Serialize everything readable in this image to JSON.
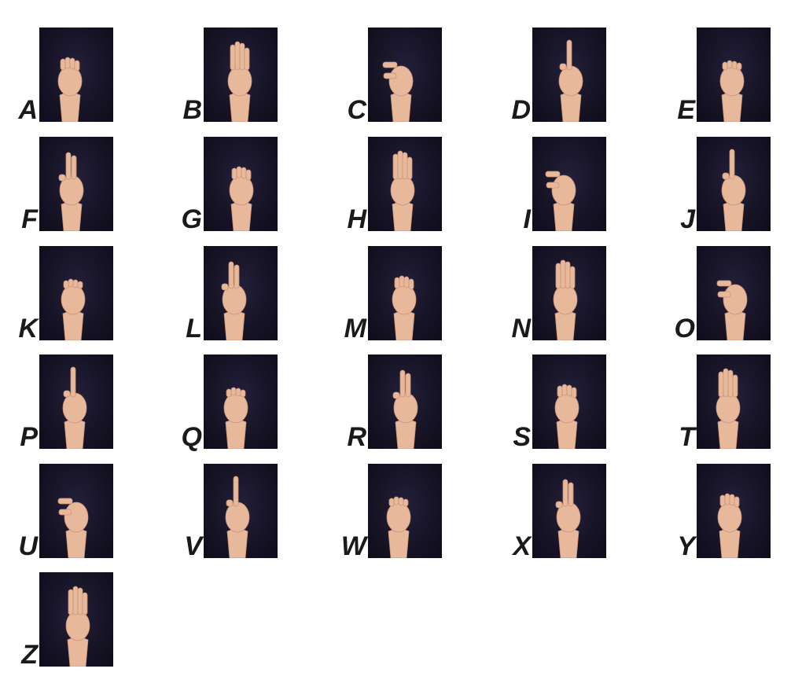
{
  "letters": [
    "A",
    "B",
    "C",
    "D",
    "E",
    "F",
    "G",
    "H",
    "I",
    "J",
    "K",
    "L",
    "M",
    "N",
    "O",
    "P",
    "Q",
    "R",
    "S",
    "T",
    "U",
    "V",
    "W",
    "X",
    "Y",
    "Z"
  ],
  "colors": {
    "background": "#ffffff",
    "photo_background": "#161325",
    "skin": "#e8b89a",
    "letter": "#1a1a1a"
  }
}
